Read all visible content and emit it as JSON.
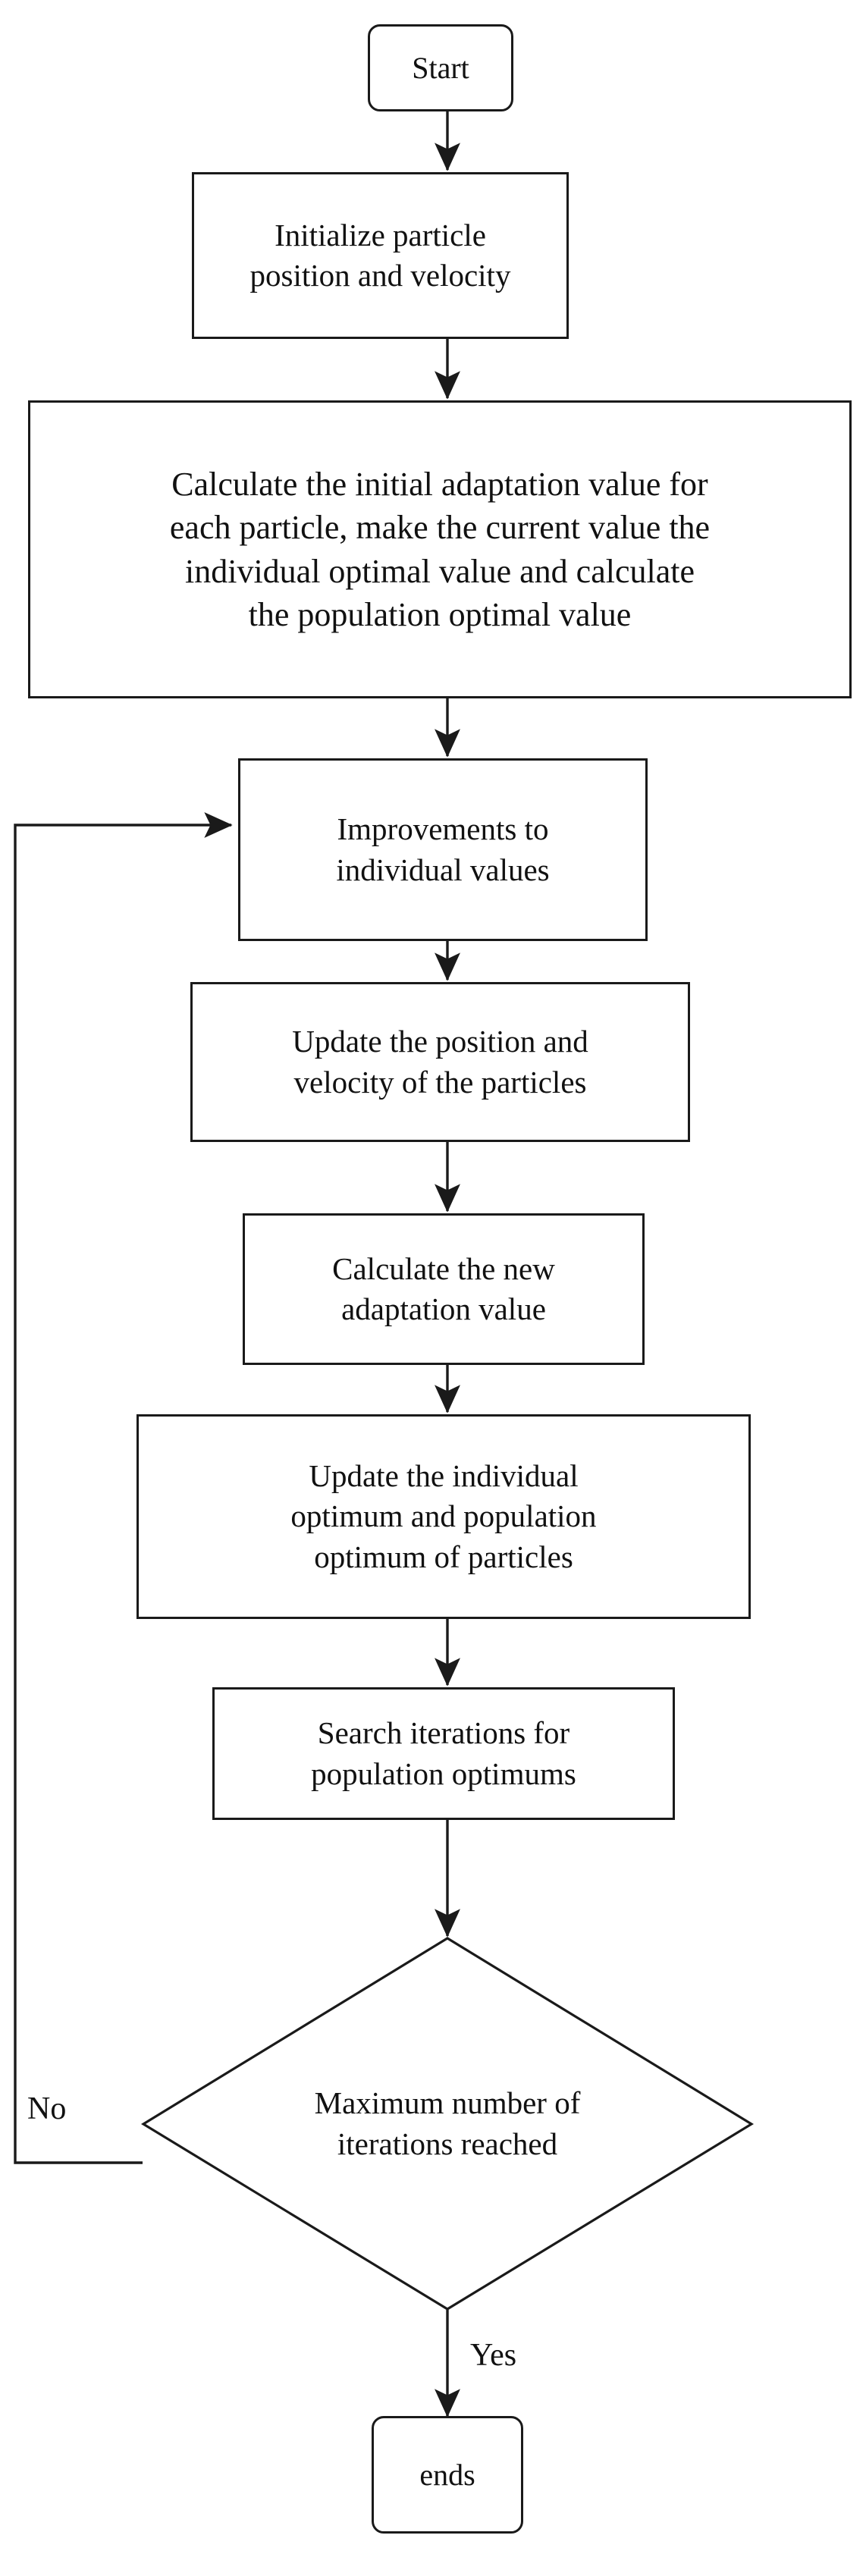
{
  "diagram": {
    "title": "Particle Swarm Optimization flowchart",
    "background_color": "#ffffff",
    "line_color": "#1a1a1a",
    "text_color": "#111111"
  },
  "nodes": {
    "start": {
      "label": "Start",
      "shape": "terminal"
    },
    "initialize": {
      "label": "Initialize particle\nposition and velocity",
      "shape": "process"
    },
    "initial_adaptation": {
      "label": "Calculate the initial adaptation value for\neach particle, make the current value the\nindividual optimal value and calculate\nthe population optimal value",
      "shape": "process"
    },
    "improvements": {
      "label": "Improvements to\nindividual values",
      "shape": "process"
    },
    "update_position": {
      "label": "Update the position and\nvelocity of the particles",
      "shape": "process"
    },
    "new_adaptation": {
      "label": "Calculate the new\nadaptation value",
      "shape": "process"
    },
    "update_optimum": {
      "label": "Update the individual\noptimum and population\noptimum of particles",
      "shape": "process"
    },
    "search_iterations": {
      "label": "Search iterations for\npopulation optimums",
      "shape": "process"
    },
    "decision": {
      "label": "Maximum number of\niterations reached",
      "shape": "decision"
    },
    "ends": {
      "label": "ends",
      "shape": "terminal"
    }
  },
  "edge_labels": {
    "no": "No",
    "yes": "Yes"
  }
}
